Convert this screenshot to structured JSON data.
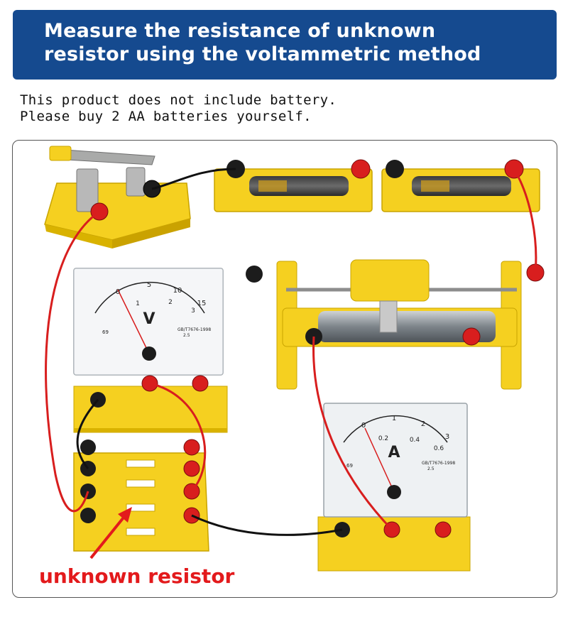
{
  "header": {
    "title_line1": "Measure the resistance of unknown",
    "title_line2": "resistor using the voltammetric method"
  },
  "notice": {
    "line1": "This product does not include battery.",
    "line2": "Please buy 2 AA batteries yourself."
  },
  "voltmeter": {
    "letter": "V",
    "scale_top": [
      "0",
      "5",
      "10",
      "15"
    ],
    "scale_bottom": [
      "1",
      "2",
      "3"
    ],
    "model": "69",
    "standard": "GB/T7676-1998",
    "grade": "2.5"
  },
  "ammeter": {
    "letter": "A",
    "scale_top": [
      "0",
      "1",
      "2",
      "3"
    ],
    "scale_bottom": [
      "0.2",
      "0.4",
      "0.6"
    ],
    "model": "69",
    "standard": "GB/T7676-1998",
    "grade": "2.5"
  },
  "callout": {
    "label": "unknown resistor"
  },
  "colors": {
    "banner": "#154a8f",
    "apparatus_yellow": "#f5d020",
    "wire_red": "#d81e1e",
    "callout_red": "#e31a1c"
  }
}
